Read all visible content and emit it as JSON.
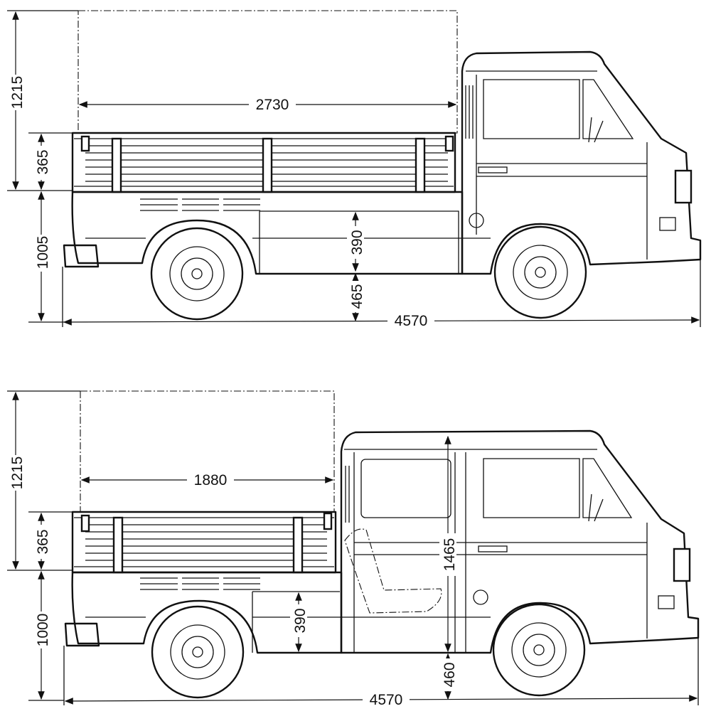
{
  "single_cab": {
    "overall_height": "1215",
    "bed_side_height": "365",
    "body_height": "1005",
    "bed_length": "2730",
    "body_side_height": "390",
    "ground_clearance": "465",
    "overall_length": "4570"
  },
  "double_cab": {
    "overall_height": "1215",
    "bed_side_height": "365",
    "body_height": "1000",
    "bed_length": "1880",
    "body_side_height": "390",
    "interior_height": "1465",
    "ground_clearance": "460",
    "overall_length": "4570"
  }
}
